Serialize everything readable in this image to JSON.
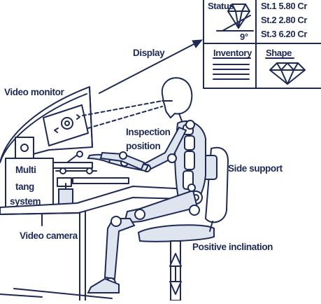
{
  "panel": {
    "status_label": "Status",
    "angle_label": "9°",
    "stones": [
      "St.1 5.80 Cr",
      "St.2 2.80 Cr",
      "St.3 6.20 Cr"
    ],
    "inventory_label": "Inventory",
    "shape_label": "Shape"
  },
  "labels": {
    "display": "Display",
    "video_monitor": "Video monitor",
    "inspection_line1": "Inspection",
    "inspection_line2": "position",
    "side_support": "Side support",
    "multi_line1": "Multi",
    "multi_line2": "tang",
    "multi_line3": "system",
    "video_camera": "Video camera",
    "positive_inclination": "Positive inclination"
  }
}
